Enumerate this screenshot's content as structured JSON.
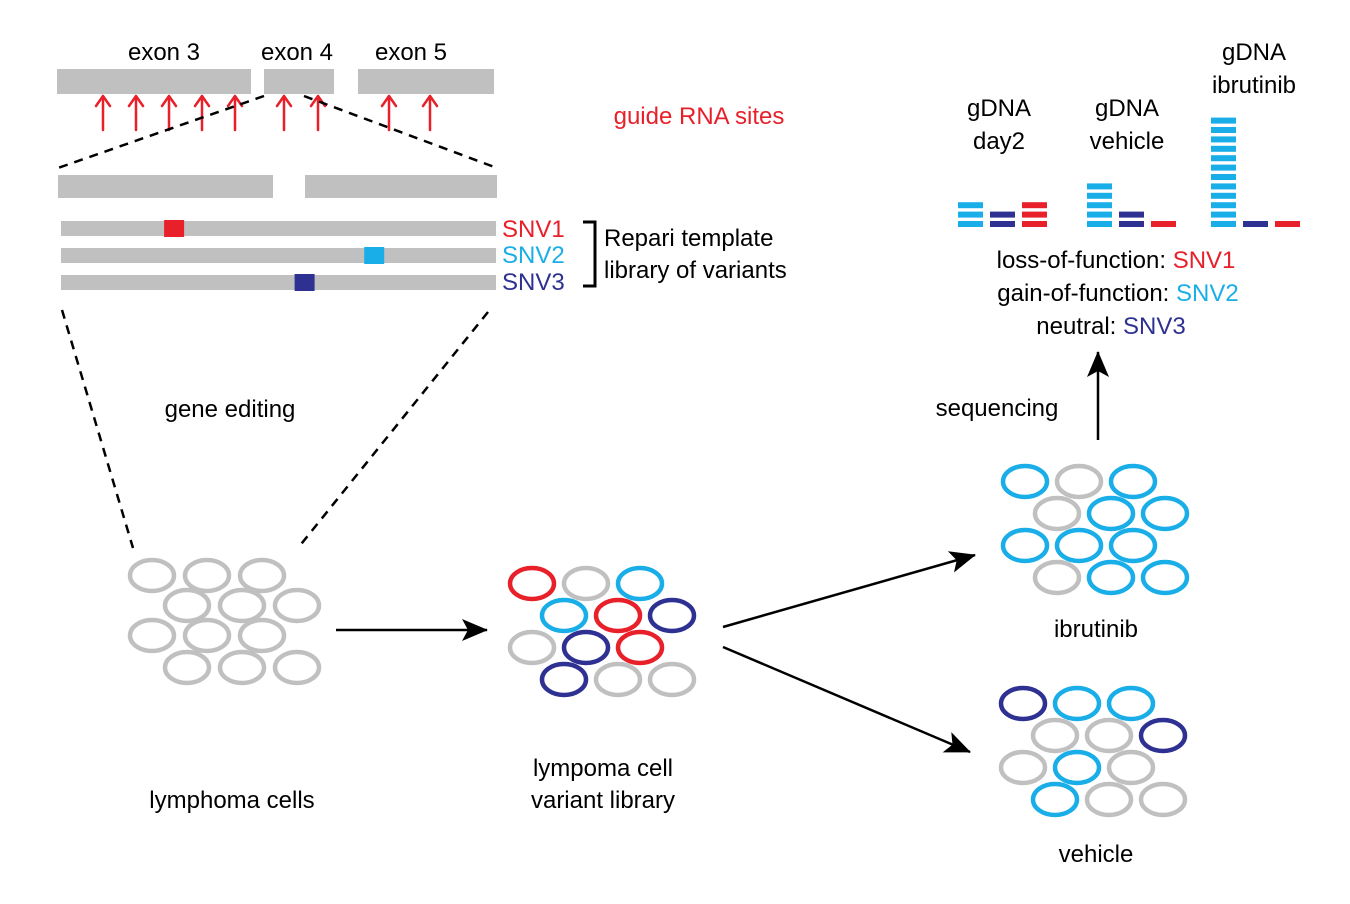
{
  "colors": {
    "red": "#e8202a",
    "cyan": "#1aaee8",
    "navy": "#2e3192",
    "gray": "#c0c0c0",
    "black": "#000000"
  },
  "exons": [
    {
      "label": "exon 3"
    },
    {
      "label": "exon 4"
    },
    {
      "label": "exon 5"
    }
  ],
  "guide_label": "guide RNA sites",
  "variants": [
    {
      "label": "SNV1",
      "color": "red",
      "position": 0.26
    },
    {
      "label": "SNV2",
      "color": "cyan",
      "position": 0.72
    },
    {
      "label": "SNV3",
      "color": "navy",
      "position": 0.56
    }
  ],
  "template_label": {
    "line1": "Repari template",
    "line2": "library of variants"
  },
  "gene_editing_label": "gene editing",
  "lymphoma_cells_label": "lymphoma cells",
  "variant_library_label": {
    "line1": "lympoma cell",
    "line2": "variant library"
  },
  "ibrutinib_label": "ibrutinib",
  "vehicle_label": "vehicle",
  "sequencing_label": "sequencing",
  "samples": [
    {
      "line1": "gDNA",
      "line2": "day2",
      "counts": {
        "cyan": 3,
        "navy": 2,
        "red": 3
      }
    },
    {
      "line1": "gDNA",
      "line2": "vehicle",
      "counts": {
        "cyan": 5,
        "navy": 2,
        "red": 1
      }
    },
    {
      "line1": "gDNA",
      "line2": "ibrutinib",
      "counts": {
        "cyan": 12,
        "navy": 1,
        "red": 1
      }
    }
  ],
  "results": [
    {
      "prefix": "loss-of-function: ",
      "snv": "SNV1",
      "color": "red"
    },
    {
      "prefix": "gain-of-function: ",
      "snv": "SNV2",
      "color": "cyan"
    },
    {
      "prefix": "neutral: ",
      "snv": "SNV3",
      "color": "navy"
    }
  ],
  "cell_groups": {
    "lymphoma": [
      "gray",
      "gray",
      "gray",
      "gray",
      "gray",
      "gray",
      "gray",
      "gray",
      "gray",
      "gray",
      "gray",
      "gray",
      "gray"
    ],
    "library": [
      "red",
      "gray",
      "cyan",
      "cyan",
      "red",
      "navy",
      "gray",
      "navy",
      "red",
      "navy",
      "gray",
      "gray"
    ],
    "ibrutinib": [
      "cyan",
      "gray",
      "cyan",
      "gray",
      "cyan",
      "cyan",
      "cyan",
      "cyan",
      "cyan",
      "gray",
      "cyan",
      "cyan",
      "cyan"
    ],
    "vehicle": [
      "navy",
      "cyan",
      "cyan",
      "gray",
      "gray",
      "navy",
      "gray",
      "cyan",
      "gray",
      "cyan",
      "gray",
      "gray"
    ]
  }
}
